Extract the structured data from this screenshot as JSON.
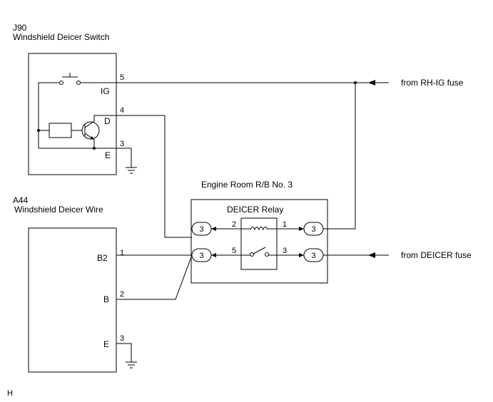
{
  "switch": {
    "code": "J90",
    "name": "Windshield Deicer Switch",
    "terminals": {
      "ig": "IG",
      "d": "D",
      "e": "E"
    },
    "pins": {
      "ig": "5",
      "d": "4",
      "e": "3"
    }
  },
  "wire_part": {
    "code": "A44",
    "name": "Windshield Deicer Wire",
    "terminals": {
      "b2": "B2",
      "b": "B",
      "e": "E"
    },
    "pins": {
      "b2": "1",
      "b": "2",
      "e": "3"
    }
  },
  "relay_block": {
    "name": "Engine Room R/B No. 3",
    "relay_name": "DEICER Relay",
    "connector_label": "3",
    "pins": {
      "coil_left": "2",
      "coil_right": "1",
      "switch_left": "5",
      "switch_right": "3"
    }
  },
  "sources": {
    "rh_ig": "from RH-IG fuse",
    "deicer": "from DEICER fuse"
  },
  "footer": {
    "code": "H"
  }
}
